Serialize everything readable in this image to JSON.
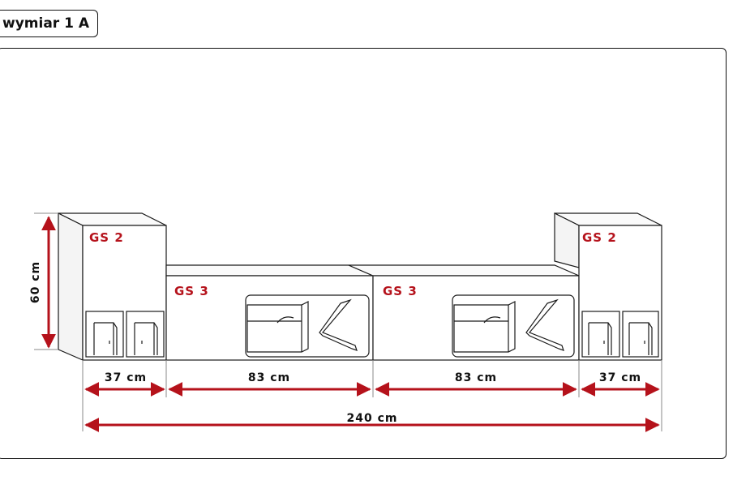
{
  "header": {
    "title": "wymiar 1 A"
  },
  "modules": {
    "left_tall": "GS 2",
    "mid_left": "GS 3",
    "mid_right": "GS 3",
    "right_tall": "GS 2"
  },
  "dimensions": {
    "height": "60 cm",
    "seg1": "37 cm",
    "seg2": "83 cm",
    "seg3": "83 cm",
    "seg4": "37 cm",
    "total": "240 cm"
  },
  "colors": {
    "accent": "#b5121b",
    "line": "#1a1a1a"
  }
}
